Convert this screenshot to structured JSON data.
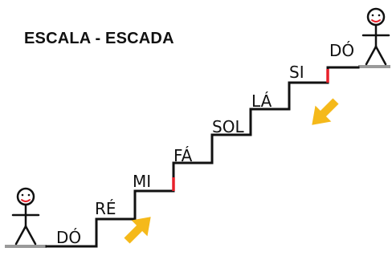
{
  "title": "ESCALA - ESCADA",
  "notes": [
    "DÓ",
    "RÉ",
    "MI",
    "FÁ",
    "SOL",
    "LÁ",
    "SI",
    "DÓ"
  ],
  "colors": {
    "stair": "#111111",
    "half_step": "#e8202a",
    "arrow": "#f5b91a",
    "floor": "#9a9a9a"
  },
  "icons": {
    "figure": "stick-figure-icon",
    "arrow": "arrow-icon"
  }
}
